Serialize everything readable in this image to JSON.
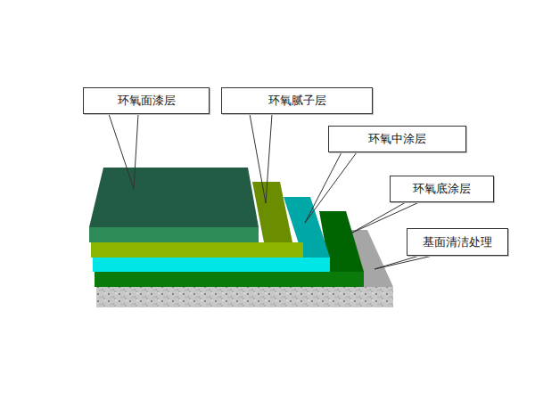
{
  "diagram": {
    "nodes": [
      {
        "text": [
          "环氧面漆层"
        ]
      },
      {
        "text": [
          "环氧腻子层"
        ]
      },
      {
        "text": [
          "环氧中涂层"
        ]
      },
      {
        "text": [
          "环氧底涂层"
        ]
      },
      {
        "text": [
          "基面清洁处理"
        ]
      }
    ]
  }
}
